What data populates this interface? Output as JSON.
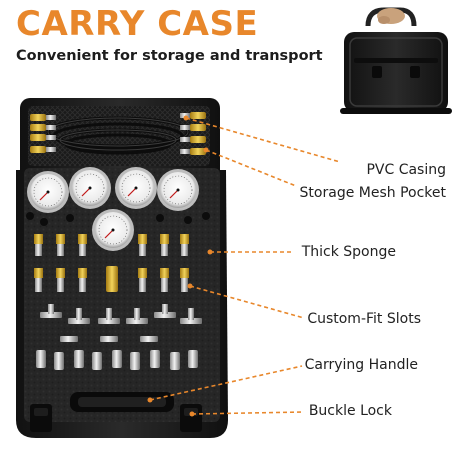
{
  "header": {
    "title": "CARRY CASE",
    "subtitle": "Convenient for storage and transport"
  },
  "callouts": [
    {
      "label": "PVC Casing"
    },
    {
      "label": "Storage Mesh Pocket"
    },
    {
      "label": "Thick Sponge"
    },
    {
      "label": "Custom-Fit Slots"
    },
    {
      "label": "Carrying Handle"
    },
    {
      "label": "Buckle Lock"
    }
  ],
  "colors": {
    "accent": "#e8872b",
    "text": "#222222",
    "case": "#1b1b1b",
    "brass": "#d9b023"
  },
  "product": {
    "gauge_count": 5,
    "quick_coupler_count": 18,
    "tee_fitting_count": 6
  }
}
